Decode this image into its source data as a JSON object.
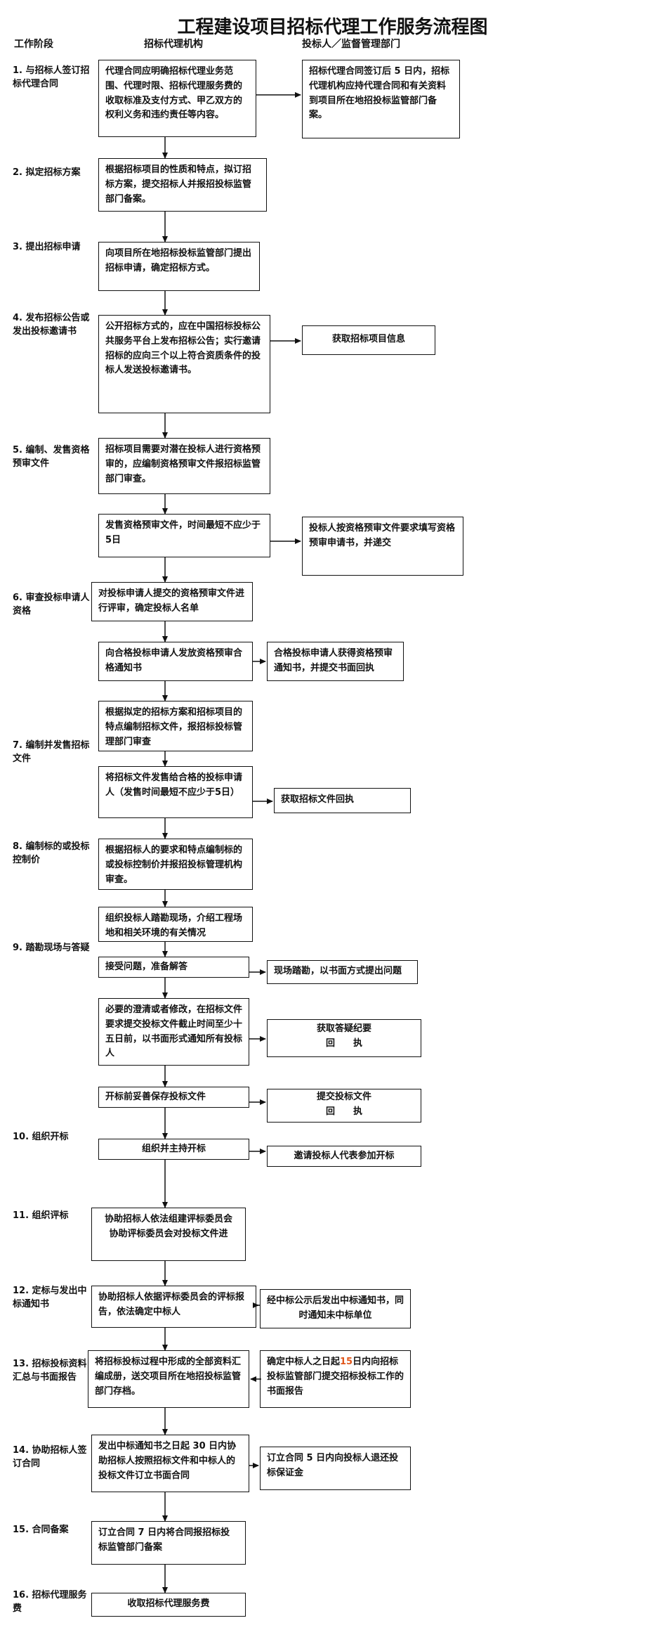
{
  "title": "工程建设项目招标代理工作服务流程图",
  "headers": {
    "stage": "工作阶段",
    "agency": "招标代理机构",
    "owner": "投标人／监督管理部门"
  },
  "stages": [
    "1. 与招标人签订招标代理合同",
    "2. 拟定招标方案",
    "3. 提出招标申请",
    "4. 发布招标公告或发出投标邀请书",
    "5. 编制、发售资格预审文件",
    "6. 审查投标申请人资格",
    "7. 编制并发售招标文件",
    "8. 编制标的或投标控制价",
    "9. 踏勘现场与答疑",
    "10. 组织开标",
    "11. 组织评标",
    "12. 定标与发出中标通知书",
    "13. 招标投标资料汇总与书面报告",
    "14. 协助招标人签订合同",
    "15. 合同备案",
    "16. 招标代理服务费"
  ],
  "left_boxes": [
    "代理合同应明确招标代理业务范围、代理时限、招标代理服务费的收取标准及支付方式、甲乙双方的权利义务和违约责任等内容。",
    "根据招标项目的性质和特点，拟订招标方案，提交招标人并报招投标监管部门备案。",
    "向项目所在地招标投标监管部门提出招标申请，确定招标方式。",
    "公开招标方式的，应在中国招标投标公共服务平台上发布招标公告；实行邀请招标的应向三个以上符合资质条件的投标人发送投标邀请书。",
    "招标项目需要对潜在投标人进行资格预审的，应编制资格预审文件报招标监管部门审查。",
    "发售资格预审文件，时间最短不应少于5日",
    "对投标申请人提交的资格预审文件进行评审，确定投标人名单",
    "向合格投标申请人发放资格预审合格通知书",
    "根据拟定的招标方案和招标项目的特点编制招标文件，报招标投标管理部门审查",
    "将招标文件发售给合格的投标申请人（发售时间最短不应少于5日）",
    "根据招标人的要求和特点编制标的或投标控制价并报招投标管理机构审查。",
    "组织投标人踏勘现场，介绍工程场地和相关环境的有关情况",
    "接受问题，准备解答",
    "必要的澄清或者修改，在招标文件要求提交投标文件截止时间至少十五日前，以书面形式通知所有投标人",
    "开标前妥善保存投标文件",
    "组织并主持开标",
    "协助招标人依法组建评标委员会",
    "协助评标委员会对投标文件进",
    "协助招标人依据评标委员会的评标报告，依法确定中标人",
    "将招标投标过程中形成的全部资料汇编成册，送交项目所在地招投标监管部门存档。",
    "发出中标通知书之日起 30 日内协助招标人按照招标文件和中标人的投标文件订立书面合同",
    "订立合同 7 日内将合同报招标投标监管部门备案",
    "收取招标代理服务费"
  ],
  "right_boxes": [
    "招标代理合同签订后 5 日内，招标代理机构应持代理合同和有关资料到项目所在地招投标监管部门备案。",
    "获取招标项目信息",
    "投标人按资格预审文件要求填写资格预审申请书，并递交",
    "合格投标申请人获得资格预审通知书，并提交书面回执",
    "获取招标文件回执",
    "现场踏勘，以书面方式提出问题",
    "获取答疑纪要",
    "回　　执",
    "提交投标文件",
    "回　　执",
    "邀请投标人代表参加开标",
    "经中标公示后发出中标通知书，同时通知未中标单位",
    "确定中标人之日起",
    "15",
    "日内向招标投标监管部门提交招标投标工作的书面报告",
    "订立合同 5 日内向投标人退还投标保证金"
  ],
  "colors": {
    "line": "#111111",
    "highlight": "#e0561a"
  }
}
